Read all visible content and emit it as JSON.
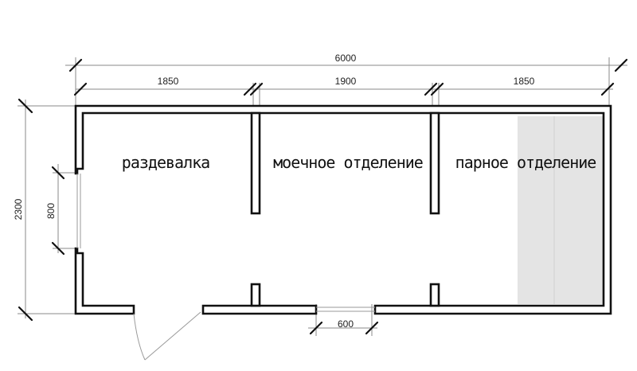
{
  "dimensions": {
    "total_width": "6000",
    "segment_1": "1850",
    "segment_2": "1900",
    "segment_3": "1850",
    "height": "2300",
    "window": "800",
    "door": "600"
  },
  "rooms": {
    "changing_room": "раздевалка",
    "washing_room": "моечное отделение",
    "steam_room": "парное отделение"
  },
  "colors": {
    "wall": "#111111",
    "dimension_line": "#777777",
    "shelf_fill": "#e4e4e4"
  }
}
